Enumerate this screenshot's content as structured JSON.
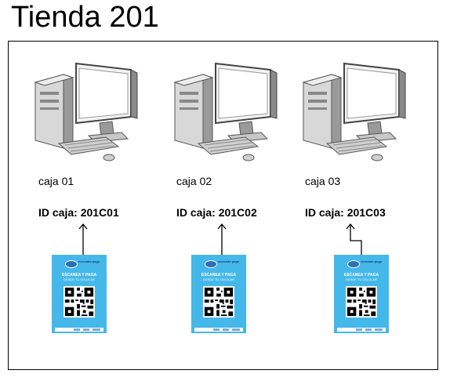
{
  "page": {
    "title": "Tienda 201"
  },
  "stations": [
    {
      "caja_label": "caja 01",
      "caja_id": "ID caja: 201C01",
      "connector": "straight",
      "poster": {
        "brand": "mercado pago",
        "headline": "ESCANEA Y PAGA",
        "subline": "DESDE TU CELULAR"
      }
    },
    {
      "caja_label": "caja 02",
      "caja_id": "ID caja: 201C02",
      "connector": "straight",
      "poster": {
        "brand": "mercado pago",
        "headline": "ESCANEA Y PAGA",
        "subline": "DESDE TU CELULAR"
      }
    },
    {
      "caja_label": "caja 03",
      "caja_id": "ID caja: 201C03",
      "connector": "bent",
      "poster": {
        "brand": "mercado pago",
        "headline": "ESCANEA Y PAGA",
        "subline": "DESDE TU CELULAR"
      }
    }
  ],
  "colors": {
    "poster_blue": "#45b8ea",
    "frame": "#000000"
  },
  "icons": {
    "computer": "desktop-computer-icon",
    "qr": "qr-code-icon"
  }
}
